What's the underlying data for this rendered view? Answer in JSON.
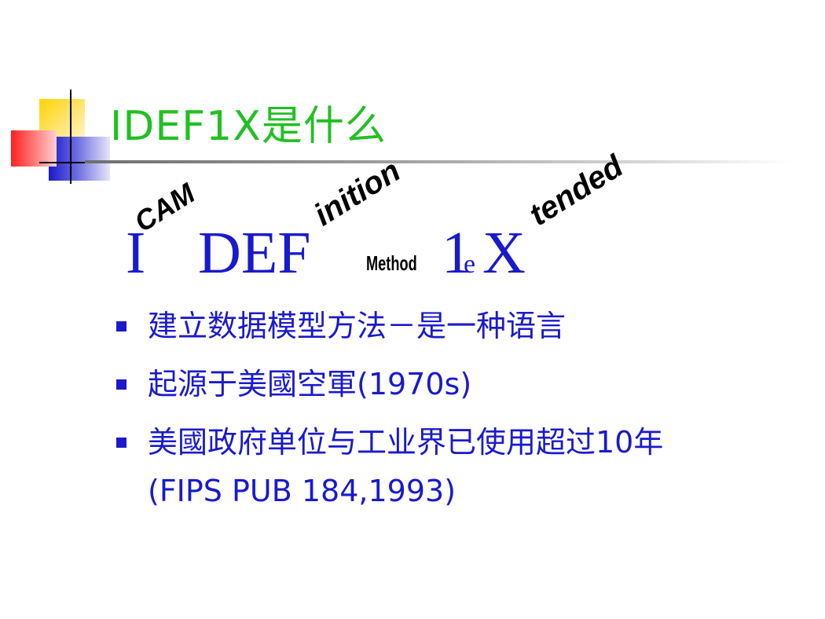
{
  "slide": {
    "title": "IDEF1X是什么",
    "acronym": {
      "I": "I",
      "CAM": "CAM",
      "DEF": "DEF",
      "inition": "inition",
      "Method": "Method",
      "one": "1",
      "e": "e",
      "X": "X",
      "tended": "tended"
    },
    "bullets": [
      {
        "text": "建立数据模型方法－是一种语言"
      },
      {
        "text": "起源于美國空軍(1970s)"
      },
      {
        "text": "美國政府单位与工业界已使用超过10年(FIPS PUB 184,1993)"
      }
    ]
  },
  "colors": {
    "title": "#22c022",
    "body": "#1a1acc",
    "accent_yellow": "#ffd400",
    "accent_red": "#ff2020",
    "accent_blue": "#1a1acc"
  }
}
